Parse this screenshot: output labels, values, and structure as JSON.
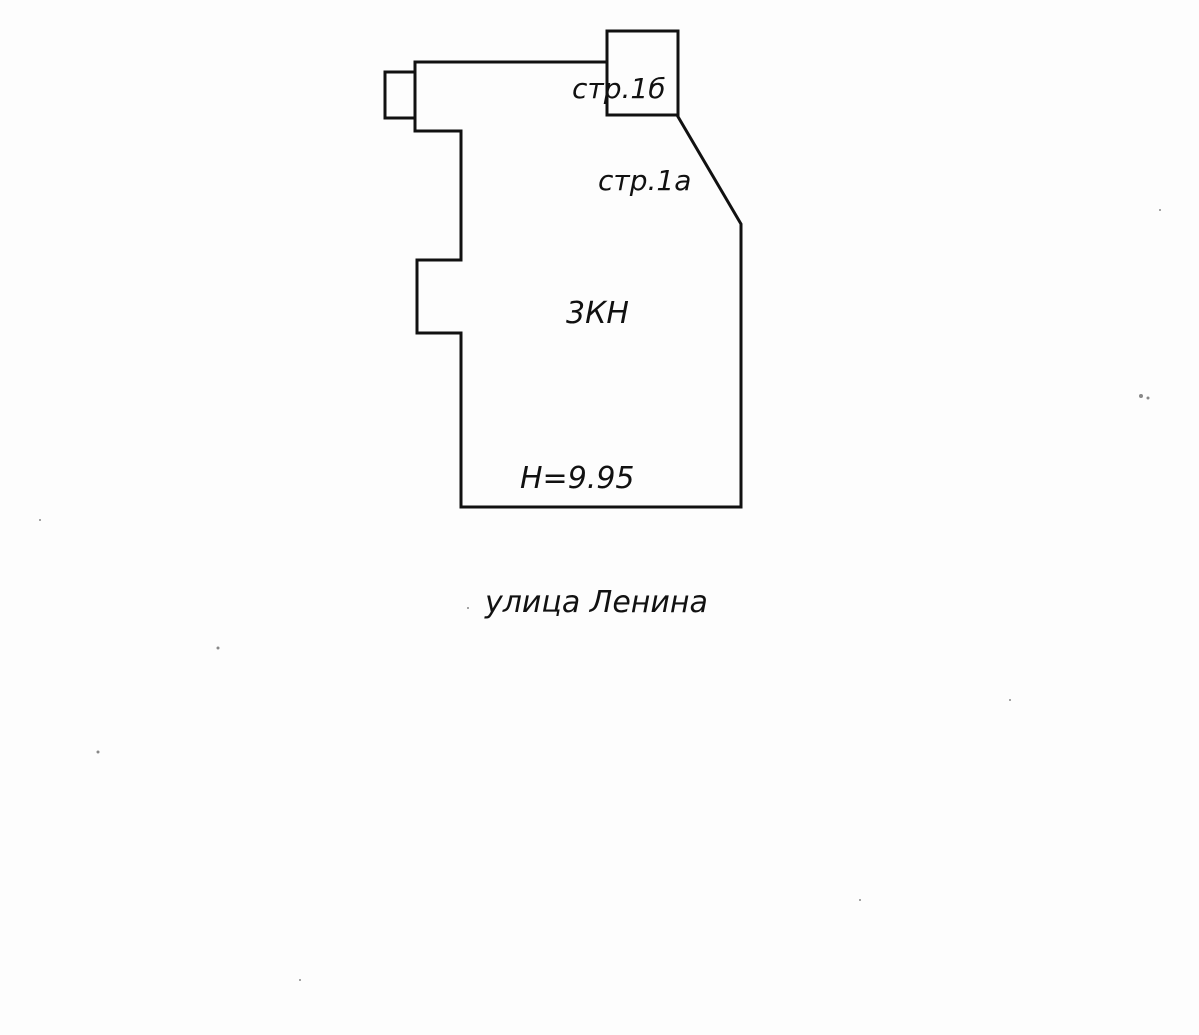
{
  "labels": {
    "building_1b": "стр.1б",
    "building_1a": "стр.1а",
    "zone": "3КН",
    "height": "H=9.95",
    "street": "улица Ленина"
  },
  "colors": {
    "line": "#111111",
    "paper": "#fdfdfd"
  }
}
